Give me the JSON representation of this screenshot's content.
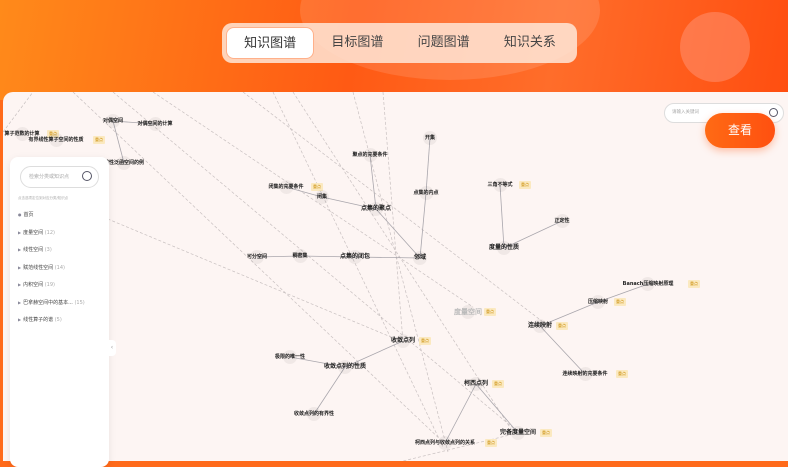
{
  "tabs": [
    {
      "label": "知识图谱",
      "active": true
    },
    {
      "label": "目标图谱"
    },
    {
      "label": "问题图谱"
    },
    {
      "label": "知识关系"
    }
  ],
  "graph_search": {
    "placeholder": "请输入关键词"
  },
  "view_button": "查看",
  "sidebar": {
    "search_placeholder": "检索分类或知识点",
    "hint": "点击选项定位到对应分类/知识点",
    "items": [
      {
        "label": "首页",
        "count": ""
      },
      {
        "label": "度量空间",
        "count": "(12)"
      },
      {
        "label": "线性空间",
        "count": "(3)"
      },
      {
        "label": "赋范线性空间",
        "count": "(14)"
      },
      {
        "label": "内积空间",
        "count": "(19)"
      },
      {
        "label": "巴拿赫空间中的基本...",
        "count": "(15)"
      },
      {
        "label": "线性算子的谱",
        "count": "(5)"
      }
    ]
  },
  "tag_label": "重点",
  "nodes": [
    {
      "label": "算子范数的计算",
      "key": true
    },
    {
      "label": "有界线性算子空间的性质",
      "key": true
    },
    {
      "label": "对偶空间",
      "key": false
    },
    {
      "label": "对偶空间的计算",
      "key": false
    },
    {
      "label": "线性泛函空间的例",
      "key": false
    },
    {
      "label": "开集",
      "key": false
    },
    {
      "label": "聚点的充要条件",
      "key": false
    },
    {
      "label": "闭集的充要条件",
      "key": true
    },
    {
      "label": "闭集",
      "key": false
    },
    {
      "label": "点集的聚点",
      "key": false
    },
    {
      "label": "点集的内点",
      "key": false
    },
    {
      "label": "可分空间",
      "key": false
    },
    {
      "label": "稠密集",
      "key": false
    },
    {
      "label": "点集的闭包",
      "key": false
    },
    {
      "label": "邻域",
      "key": false
    },
    {
      "label": "三角不等式",
      "key": true
    },
    {
      "label": "正定性",
      "key": false
    },
    {
      "label": "度量的性质",
      "key": false
    },
    {
      "label": "度量空间",
      "key": true
    },
    {
      "label": "连续映射",
      "key": true
    },
    {
      "label": "压缩映射",
      "key": true
    },
    {
      "label": "Banach压缩映射原理",
      "key": true
    },
    {
      "label": "连续映射的充要条件",
      "key": true
    },
    {
      "label": "收敛点列",
      "key": true
    },
    {
      "label": "极限的唯一性",
      "key": false
    },
    {
      "label": "收敛点列的性质",
      "key": false
    },
    {
      "label": "收敛点列的有界性",
      "key": false
    },
    {
      "label": "柯西点列",
      "key": true
    },
    {
      "label": "柯西点列与收敛点列的关系",
      "key": true
    },
    {
      "label": "完备度量空间",
      "key": true
    }
  ]
}
